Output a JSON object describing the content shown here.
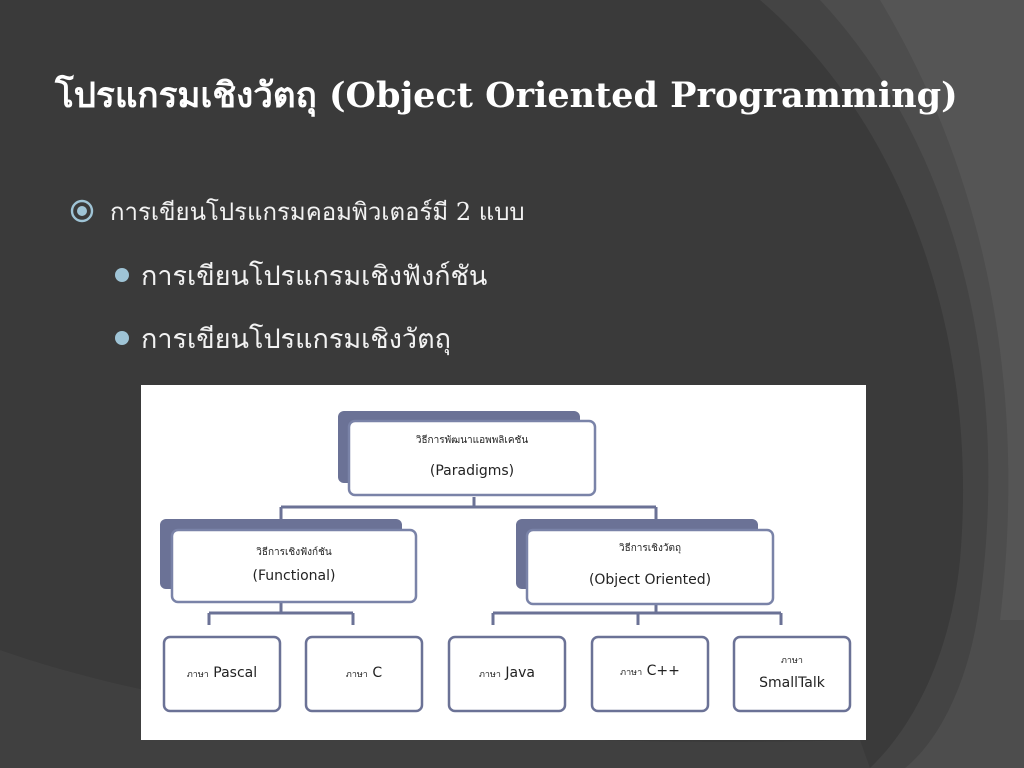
{
  "slide": {
    "title": "โปรแกรมเชิงวัตถุ (Object Oriented Programming)",
    "bullet_main": {
      "icon": "target-bullet-icon",
      "text": "การเขียนโปรแกรมคอมพิวเตอร์มี 2 แบบ"
    },
    "sub_bullets": [
      {
        "icon": "dot-bullet-icon",
        "text": "การเขียนโปรแกรมเชิงฟังก์ชัน"
      },
      {
        "icon": "dot-bullet-icon",
        "text": "การเขียนโปรแกรมเชิงวัตถุ"
      }
    ]
  },
  "diagram": {
    "root": {
      "line1": "วิธีการพัฒนาแอพพลิเคชัน",
      "line2": "(Paradigms)"
    },
    "functional": {
      "line1": "วิธีการเชิงฟังก์ชัน",
      "line2": "(Functional)"
    },
    "object_oriented": {
      "line1": "วิธีการเชิงวัตถุ",
      "line2": "(Object Oriented)"
    },
    "languages": [
      {
        "prefix": "ภาษา",
        "name": "Pascal"
      },
      {
        "prefix": "ภาษา",
        "name": "C"
      },
      {
        "prefix": "ภาษา",
        "name": "Java"
      },
      {
        "prefix": "ภาษา",
        "name": "C++"
      },
      {
        "prefix": "ภาษา",
        "name": "SmallTalk"
      }
    ]
  },
  "colors": {
    "background": "#3a3a3a",
    "accent_bullet": "#9fc4d6",
    "box_shadow": "#6b7296",
    "box_border": "#7a83a8"
  }
}
